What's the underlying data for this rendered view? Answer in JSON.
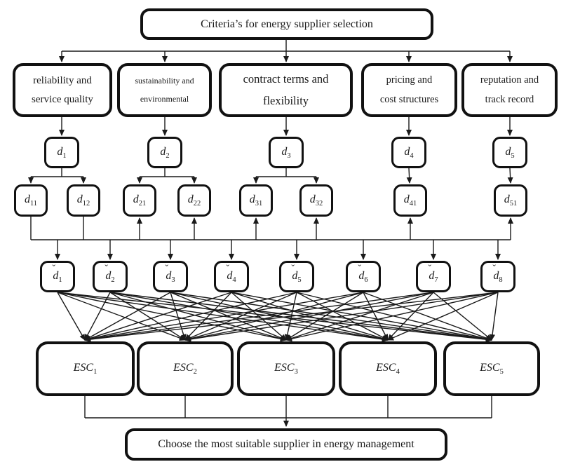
{
  "goal_node": "Criteria’s for energy supplier selection",
  "criteria_nodes": [
    {
      "lines": [
        "reliability and",
        "service quality"
      ]
    },
    {
      "lines": [
        "sustainability and",
        "environmental"
      ]
    },
    {
      "lines": [
        "contract terms and",
        "flexibility"
      ]
    },
    {
      "lines": [
        "pricing and",
        "cost structures"
      ]
    },
    {
      "lines": [
        "reputation and",
        "track record"
      ]
    }
  ],
  "dimension_nodes": [
    {
      "base": "d",
      "sub": "1"
    },
    {
      "base": "d",
      "sub": "2"
    },
    {
      "base": "d",
      "sub": "3"
    },
    {
      "base": "d",
      "sub": "4"
    },
    {
      "base": "d",
      "sub": "5"
    }
  ],
  "subdimension_nodes": [
    {
      "base": "d",
      "sub": "11"
    },
    {
      "base": "d",
      "sub": "12"
    },
    {
      "base": "d",
      "sub": "21"
    },
    {
      "base": "d",
      "sub": "22"
    },
    {
      "base": "d",
      "sub": "31"
    },
    {
      "base": "d",
      "sub": "32"
    },
    {
      "base": "d",
      "sub": "41"
    },
    {
      "base": "d",
      "sub": "51"
    }
  ],
  "dcheck_nodes": [
    {
      "accent": "ˇ",
      "base": "d",
      "sub": "1"
    },
    {
      "accent": "ˇ",
      "base": "d",
      "sub": "2"
    },
    {
      "accent": "ˇ",
      "base": "d",
      "sub": "3"
    },
    {
      "accent": "ˇ",
      "base": "d",
      "sub": "4"
    },
    {
      "accent": "ˇ",
      "base": "d",
      "sub": "5"
    },
    {
      "accent": "ˇ",
      "base": "d",
      "sub": "6"
    },
    {
      "accent": "ˇ",
      "base": "d",
      "sub": "7"
    },
    {
      "accent": "ˇ",
      "base": "d",
      "sub": "8"
    }
  ],
  "alternative_nodes": [
    {
      "base": "ESC",
      "sub": "1"
    },
    {
      "base": "ESC",
      "sub": "2"
    },
    {
      "base": "ESC",
      "sub": "3"
    },
    {
      "base": "ESC",
      "sub": "4"
    },
    {
      "base": "ESC",
      "sub": "5"
    }
  ],
  "decision_node": "Choose the most suitable supplier in energy management",
  "colors": {
    "line": "#1a1a1a",
    "border": "#111111",
    "text": "#1a1a1a",
    "background": "#ffffff"
  }
}
